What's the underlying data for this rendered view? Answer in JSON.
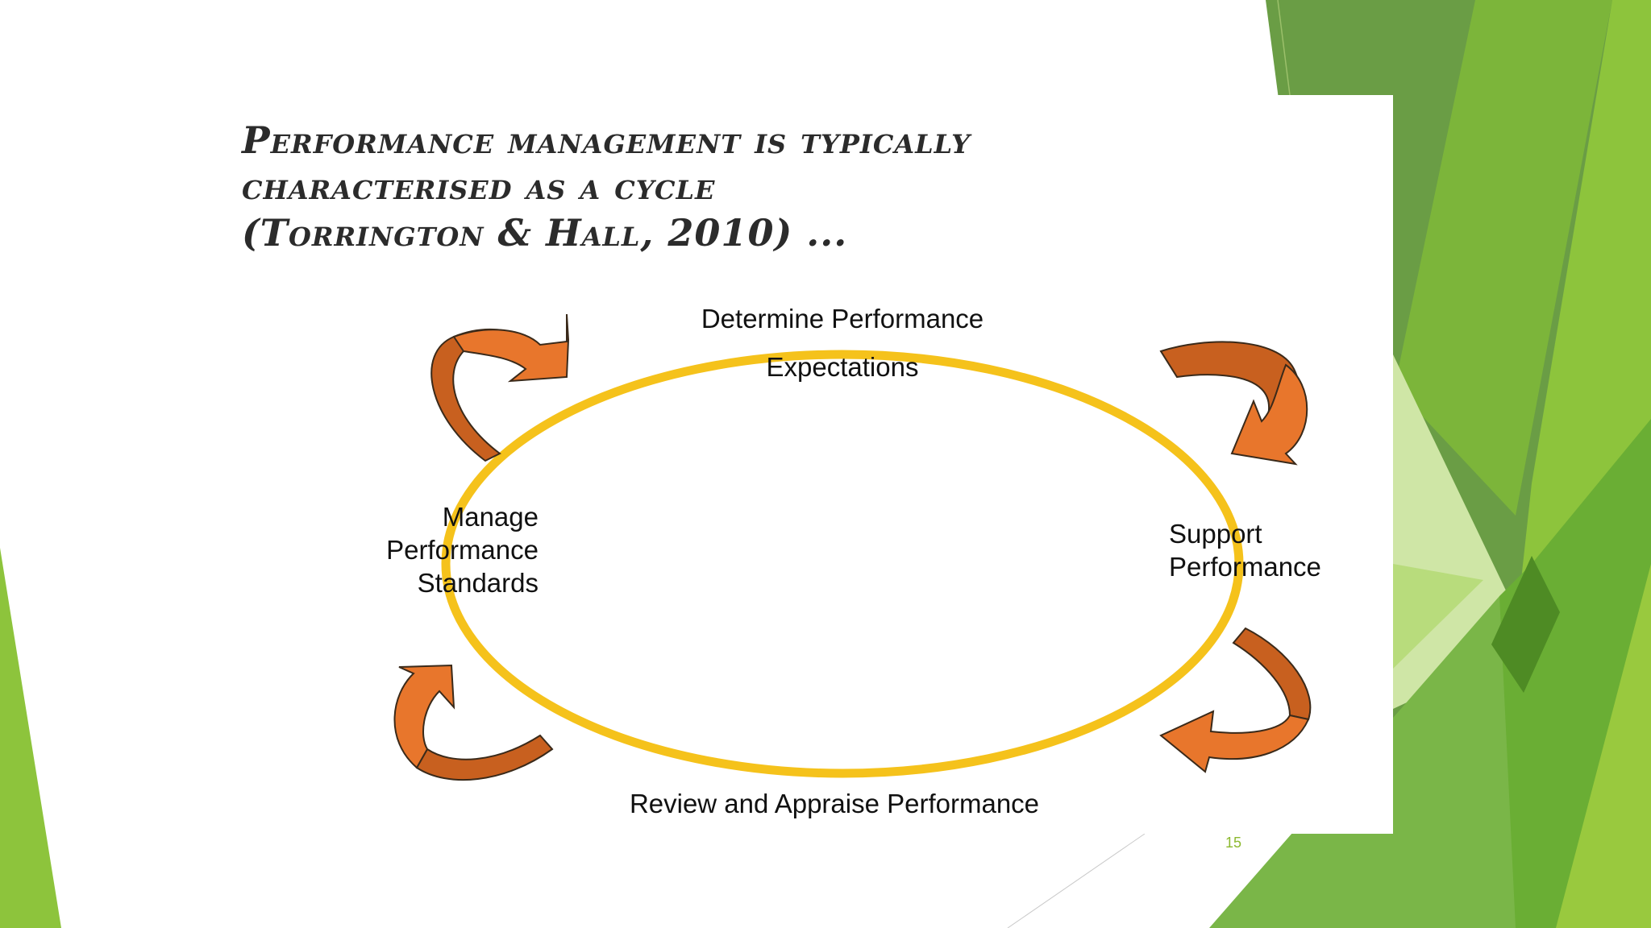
{
  "title": {
    "line1": "Performance management is typically",
    "line2": "characterised as a cycle",
    "line3": "(Torrington & Hall, 2010)  ..."
  },
  "cycle": {
    "top_line1": "Determine Performance",
    "top_line2": "Expectations",
    "right_line1": "Support",
    "right_line2": "Performance",
    "bottom": "Review and Appraise Performance",
    "left_line1": "Manage",
    "left_line2": "Performance",
    "left_line3": "Standards"
  },
  "slide_number": "15",
  "colors": {
    "ring": "#f5c21b",
    "arrow_fill": "#e8762c",
    "arrow_dark": "#c8601f",
    "green_dark": "#5d9a33",
    "green_mid": "#7cb53a",
    "green_light": "#a6d05c",
    "green_pale": "#cfe6a6",
    "slide_number": "#8cb92f"
  }
}
